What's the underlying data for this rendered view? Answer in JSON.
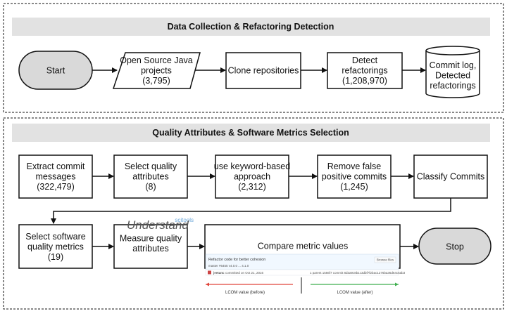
{
  "sections": {
    "data_collection": {
      "title": "Data Collection & Refactoring Detection"
    },
    "quality": {
      "title": "Quality Attributes & Software Metrics Selection"
    }
  },
  "nodes": {
    "start": [
      "Start"
    ],
    "oss": [
      "Open Source Java",
      "projects",
      "(3,795)"
    ],
    "clone": [
      "Clone repositories"
    ],
    "detect": [
      "Detect",
      "refactorings",
      "(1,208,970)"
    ],
    "store": [
      "Commit log,",
      "Detected",
      "refactorings"
    ],
    "extract": [
      "Extract commit",
      "messages",
      "(322,479)"
    ],
    "select_qa": [
      "Select quality",
      "attributes",
      "(8)"
    ],
    "keyword": [
      "use keyword-based",
      "approach",
      "(2,312)"
    ],
    "remove": [
      "Remove false",
      "positive commits",
      "(1,245)"
    ],
    "classify": [
      "Classify Commits"
    ],
    "select_metrics": [
      "Select software",
      "quality metrics",
      "(19)"
    ],
    "measure": [
      "Measure quality",
      "attributes"
    ],
    "compare": [
      "Compare metric values"
    ],
    "stop": [
      "Stop"
    ]
  },
  "understand_logo": {
    "brand": "scitools",
    "name": "Understand"
  },
  "commit_snippet": {
    "title": "Refactor code for better cohesion",
    "browse": "Browse files",
    "meta_left": "master  #6455  v4.0.0 ... 4.1.0",
    "author": "jeetanc",
    "committed": "committed on Oct 21, 2016",
    "hash": "1 parent  1566f7  commit 8d3a9c8b1c3dbf7f2bac1276ba36d64c5ab3",
    "before": "LCOM value (before)",
    "after": "LCOM value (after)",
    "colors": {
      "before": "#e0453a",
      "after": "#3fae4e"
    }
  }
}
